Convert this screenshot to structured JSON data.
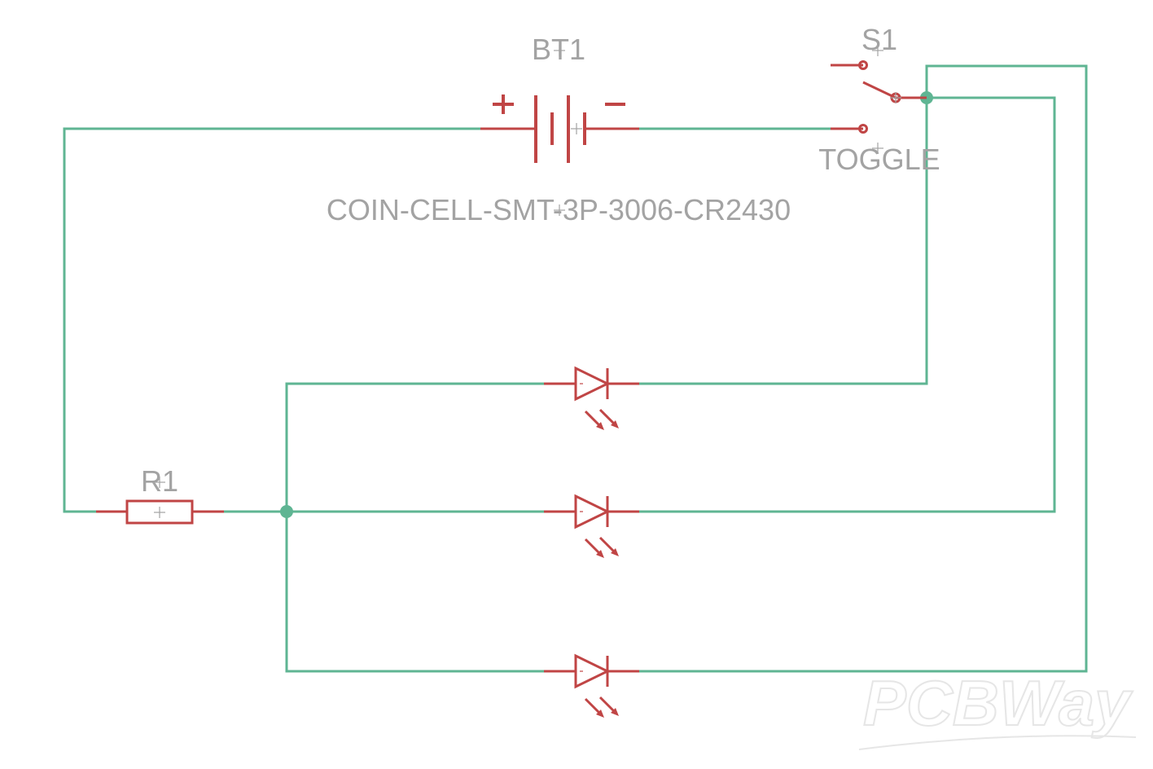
{
  "colors": {
    "wire": "#5fb593",
    "symbol": "#c04545",
    "label": "#a3a3a3",
    "watermark": "#e6e6e6",
    "background": "#ffffff"
  },
  "components": {
    "battery": {
      "name": "BT1",
      "value": "COIN-CELL-SMT-3P-3006-CR2430",
      "plus_sign": "+",
      "minus_sign": "−"
    },
    "switch": {
      "name": "S1",
      "value": "TOGGLE"
    },
    "resistor": {
      "name": "R1"
    },
    "leds": [
      "LED-top",
      "LED-middle",
      "LED-bottom"
    ]
  },
  "watermark": {
    "text": "PCBWay"
  }
}
